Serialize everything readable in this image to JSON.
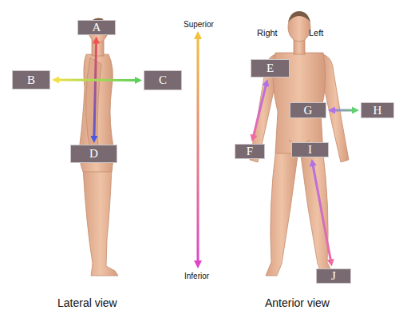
{
  "diagram": {
    "nodes": [
      {
        "text": [
          "A"
        ]
      },
      {
        "text": [
          "B"
        ]
      },
      {
        "text": [
          "C"
        ]
      },
      {
        "text": [
          "D"
        ]
      },
      {
        "text": [
          "E"
        ]
      },
      {
        "text": [
          "F"
        ]
      },
      {
        "text": [
          "G"
        ]
      },
      {
        "text": [
          "H"
        ]
      },
      {
        "text": [
          "I"
        ]
      },
      {
        "text": [
          "J"
        ]
      }
    ],
    "edges": [
      {
        "from": 0,
        "to": 3,
        "arrow": "both"
      },
      {
        "from": 1,
        "to": 2,
        "arrow": "both"
      },
      {
        "from": 4,
        "to": 5,
        "arrow": "both"
      },
      {
        "from": 6,
        "to": 7,
        "arrow": "both"
      },
      {
        "from": 8,
        "to": 9,
        "arrow": "both"
      }
    ],
    "labels": [
      "Superior",
      "Inferior",
      "Right",
      "Left",
      "Lateral view",
      "Anterior view"
    ]
  }
}
